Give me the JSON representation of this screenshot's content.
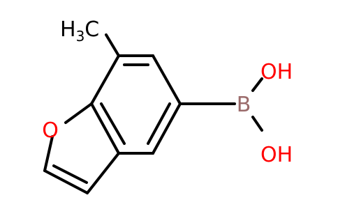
{
  "molecule": {
    "methyl_label": "H",
    "methyl_subscript": "3",
    "methyl_carbon": "C",
    "furan_oxygen": "O",
    "boron": "B",
    "hydroxyl_top": "OH",
    "hydroxyl_bottom": "OH"
  },
  "colors": {
    "bond": "#000000",
    "oxygen": "#ff0000",
    "boron": "#9b6b6b"
  }
}
